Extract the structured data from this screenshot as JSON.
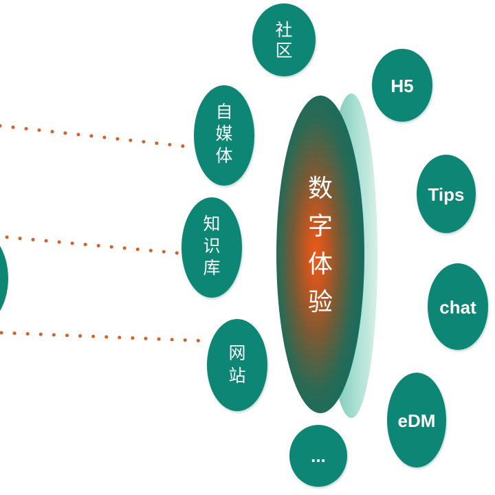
{
  "center": {
    "label": "数字体验",
    "colors": {
      "core": "#e8581f",
      "edge": "#0e6f64",
      "rim": "#93d6c6"
    }
  },
  "colors": {
    "node": "#0e8674",
    "dots": "#d1622a",
    "text": "#ffffff"
  },
  "nodes": {
    "community": "社区",
    "self_media": "自媒体",
    "knowledge_base": "知识库",
    "website": "网站",
    "h5": "H5",
    "tips": "Tips",
    "chat": "chat",
    "edm": "eDM",
    "more": "..."
  }
}
